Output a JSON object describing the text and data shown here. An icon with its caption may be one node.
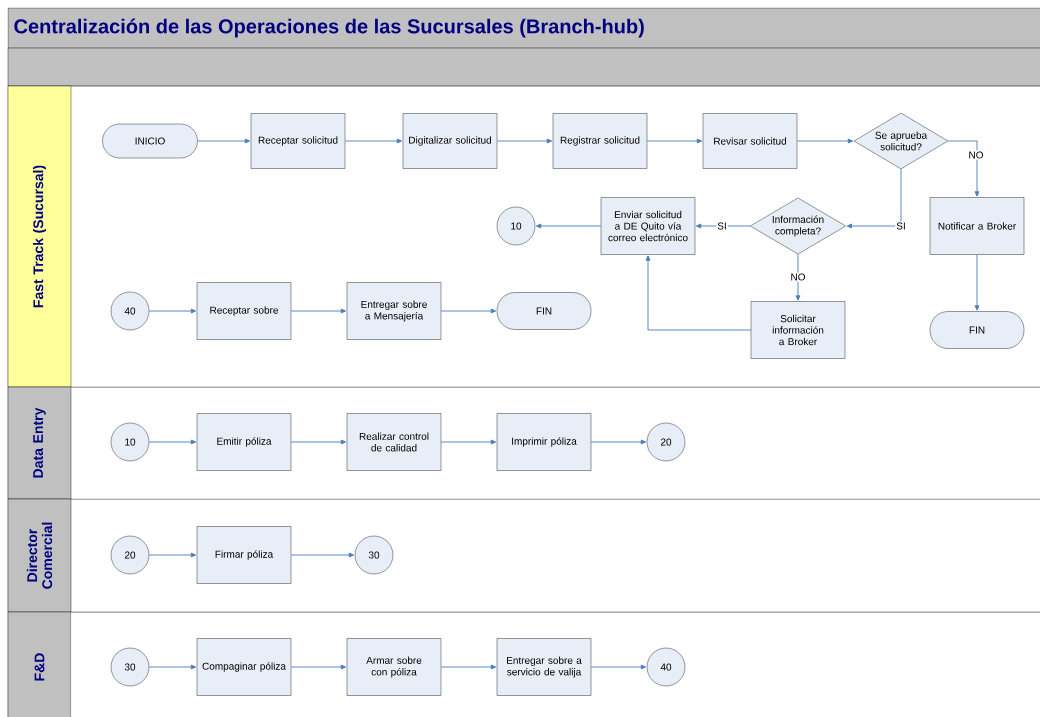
{
  "diagram": {
    "title": "Centralización de las Operaciones de las Sucursales (Branch-hub)",
    "nodes": [
      {
        "text": [
          "Fast Track (Sucursal)"
        ]
      },
      {
        "text": [
          "Data Entry"
        ]
      },
      {
        "text": [
          "Director Comercial"
        ]
      },
      {
        "text": [
          "F&D"
        ]
      },
      {
        "text": [
          "INICIO"
        ],
        "in": 0
      },
      {
        "text": [
          "Receptar solicitud"
        ],
        "in": 0
      },
      {
        "text": [
          "Digitalizar solicitud"
        ],
        "in": 0
      },
      {
        "text": [
          "Registrar solicitud"
        ],
        "in": 0
      },
      {
        "text": [
          "Revisar solicitud"
        ],
        "in": 0
      },
      {
        "text": [
          "Se aprueba solicitud?"
        ],
        "in": 0
      },
      {
        "text": [
          "Notificar a Broker"
        ],
        "in": 0
      },
      {
        "text": [
          "FIN"
        ],
        "in": 0
      },
      {
        "text": [
          "Información completa?"
        ],
        "in": 0
      },
      {
        "text": [
          "Enviar solicitud a DE Quito vía correo electrónico"
        ],
        "in": 0
      },
      {
        "text": [
          "10"
        ],
        "in": 0
      },
      {
        "text": [
          "Solicitar información a Broker"
        ],
        "in": 0
      },
      {
        "text": [
          "40"
        ],
        "in": 0
      },
      {
        "text": [
          "Receptar sobre"
        ],
        "in": 0
      },
      {
        "text": [
          "Entregar sobre a Mensajería"
        ],
        "in": 0
      },
      {
        "text": [
          "FIN"
        ],
        "in": 0
      },
      {
        "text": [
          "10"
        ],
        "in": 1
      },
      {
        "text": [
          "Emitir póliza"
        ],
        "in": 1
      },
      {
        "text": [
          "Realizar control de calidad"
        ],
        "in": 1
      },
      {
        "text": [
          "Imprimir póliza"
        ],
        "in": 1
      },
      {
        "text": [
          "20"
        ],
        "in": 1
      },
      {
        "text": [
          "20"
        ],
        "in": 2
      },
      {
        "text": [
          "Firmar póliza"
        ],
        "in": 2
      },
      {
        "text": [
          "30"
        ],
        "in": 2
      },
      {
        "text": [
          "30"
        ],
        "in": 3
      },
      {
        "text": [
          "Compaginar póliza"
        ],
        "in": 3
      },
      {
        "text": [
          "Armar sobre con póliza"
        ],
        "in": 3
      },
      {
        "text": [
          "Entregar sobre a servicio de valija"
        ],
        "in": 3
      },
      {
        "text": [
          "40"
        ],
        "in": 3
      }
    ],
    "edges": [
      {
        "from": 4,
        "to": 5,
        "arrow": "to"
      },
      {
        "from": 5,
        "to": 6,
        "arrow": "to"
      },
      {
        "from": 6,
        "to": 7,
        "arrow": "to"
      },
      {
        "from": 7,
        "to": 8,
        "arrow": "to"
      },
      {
        "from": 8,
        "to": 9,
        "arrow": "to"
      },
      {
        "from": 9,
        "to": 10,
        "arrow": "to",
        "label": "NO"
      },
      {
        "from": 10,
        "to": 11,
        "arrow": "to"
      },
      {
        "from": 9,
        "to": 12,
        "arrow": "to",
        "label": "SI"
      },
      {
        "from": 12,
        "to": 13,
        "arrow": "to",
        "label": "SI"
      },
      {
        "from": 13,
        "to": 14,
        "arrow": "to"
      },
      {
        "from": 12,
        "to": 15,
        "arrow": "to",
        "label": "NO"
      },
      {
        "from": 15,
        "to": 13,
        "arrow": "to"
      },
      {
        "from": 16,
        "to": 17,
        "arrow": "to"
      },
      {
        "from": 17,
        "to": 18,
        "arrow": "to"
      },
      {
        "from": 18,
        "to": 19,
        "arrow": "to"
      },
      {
        "from": 20,
        "to": 21,
        "arrow": "to"
      },
      {
        "from": 21,
        "to": 22,
        "arrow": "to"
      },
      {
        "from": 22,
        "to": 23,
        "arrow": "to"
      },
      {
        "from": 23,
        "to": 24,
        "arrow": "to"
      },
      {
        "from": 25,
        "to": 26,
        "arrow": "to"
      },
      {
        "from": 26,
        "to": 27,
        "arrow": "to"
      },
      {
        "from": 28,
        "to": 29,
        "arrow": "to"
      },
      {
        "from": 29,
        "to": 30,
        "arrow": "to"
      },
      {
        "from": 30,
        "to": 31,
        "arrow": "to"
      },
      {
        "from": 31,
        "to": 32,
        "arrow": "to"
      }
    ]
  }
}
